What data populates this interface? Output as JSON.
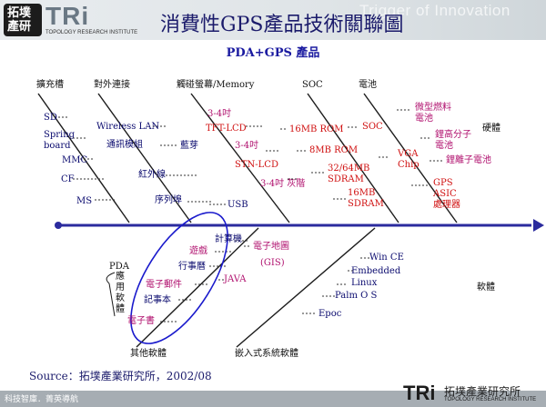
{
  "header": {
    "logo_top": "拓墣",
    "logo_bottom": "產研",
    "brand": "TRi",
    "brand_sub": "TOPOLOGY RESEARCH INSTITUTE",
    "watermark": "Trigger of Innovation",
    "title": "消費性GPS產品技術關聯圖"
  },
  "subtitle": "PDA+GPS 產品",
  "categories": {
    "top": [
      "擴充槽",
      "對外連接",
      "觸碰螢幕/Memory",
      "SOC",
      "電池",
      "硬體"
    ],
    "bottom": [
      "其他軟體",
      "嵌入式系統軟體",
      "軟體"
    ],
    "pda": [
      "PDA",
      "應",
      "用",
      "軟",
      "體"
    ]
  },
  "items": {
    "slots": [
      "SD",
      "Spring",
      "board",
      "MMC",
      "CF",
      "MS"
    ],
    "links": [
      "Wireless LAN",
      "通訊模組",
      "藍芽",
      "紅外線",
      "序列埠",
      "USB"
    ],
    "screen": [
      "3-4吋",
      "TFT-LCD",
      "3-4吋",
      "STN-LCD",
      "3-4吋 灰階",
      "16MB ROM",
      "8MB ROM",
      "32/64MB",
      "SDRAM",
      "16MB",
      "SDRAM"
    ],
    "soc": [
      "SOC",
      "VGA",
      "Chip",
      "GPS",
      "ASIC",
      "處理器"
    ],
    "battery": [
      "微型燃料",
      "電池",
      "鋰高分子",
      "電池",
      "鋰離子電池"
    ],
    "other_sw": [
      "計算機",
      "遊戲",
      "行事曆",
      "電子郵件",
      "記事本",
      "電子書"
    ],
    "embedded": [
      "電子地圖",
      "(GIS)",
      "JAVA",
      "Win CE",
      "Embedded",
      "Linux",
      "Palm O S",
      "Epoc"
    ]
  },
  "source": "Source：拓墣產業研究所，2002/08",
  "footer": {
    "left": "科技智庫．菁英導航",
    "brand": "TRi",
    "brand_ch": "拓墣產業研究所",
    "brand_en": "TOPOLOGY RESEARCH INSTITUTE"
  },
  "colors": {
    "navy": "#0a0a6e",
    "red": "#d01010",
    "axis": "#2b2b9e",
    "highlight": "#1a1acc"
  }
}
